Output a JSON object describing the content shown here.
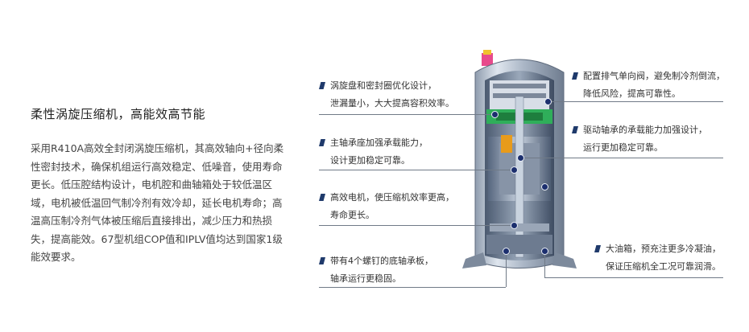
{
  "title": "柔性涡旋压缩机，高能效高节能",
  "description": "采用R410A高效全封闭涡旋压缩机，其高效轴向+径向柔性密封技术，确保机组运行高效稳定、低噪音，使用寿命更长。低压腔结构设计，电机腔和曲轴箱处于较低温区域，电机被低温回气制冷剂有效冷却，延长电机寿命；高温高压制冷剂气体被压缩后直接排出，减少压力和热损失，提高能效。67型机组COP值和IPLV值均达到国家1级能效要求。",
  "callouts": {
    "left": [
      {
        "lines": [
          "涡旋盘和密封圈优化设计，",
          "泄漏量小，大大提高容积效率。"
        ]
      },
      {
        "lines": [
          "主轴承座加强承载能力，",
          "设计更加稳定可靠。"
        ]
      },
      {
        "lines": [
          "高效电机，使压缩机效率更高，",
          "寿命更长。"
        ]
      },
      {
        "lines": [
          "带有4个螺钉的底轴承板，",
          "轴承运行更稳固。"
        ]
      }
    ],
    "right": [
      {
        "lines": [
          "配置排气单向阀，避免制冷剂倒流，",
          "降低风险，提高可靠性。"
        ]
      },
      {
        "lines": [
          "驱动轴承的承载能力加强设计，",
          "运行更加稳定可靠。"
        ]
      },
      {
        "lines": [
          "大油箱，预充注更多冷凝油，",
          "保证压缩机全工况可靠润滑。"
        ]
      }
    ]
  },
  "colors": {
    "accent": "#1f3a6b",
    "rule": "#707a87",
    "shell": "#b7c3d2",
    "highlight_green": "#2fae5a",
    "highlight_orange": "#e89b1b"
  }
}
